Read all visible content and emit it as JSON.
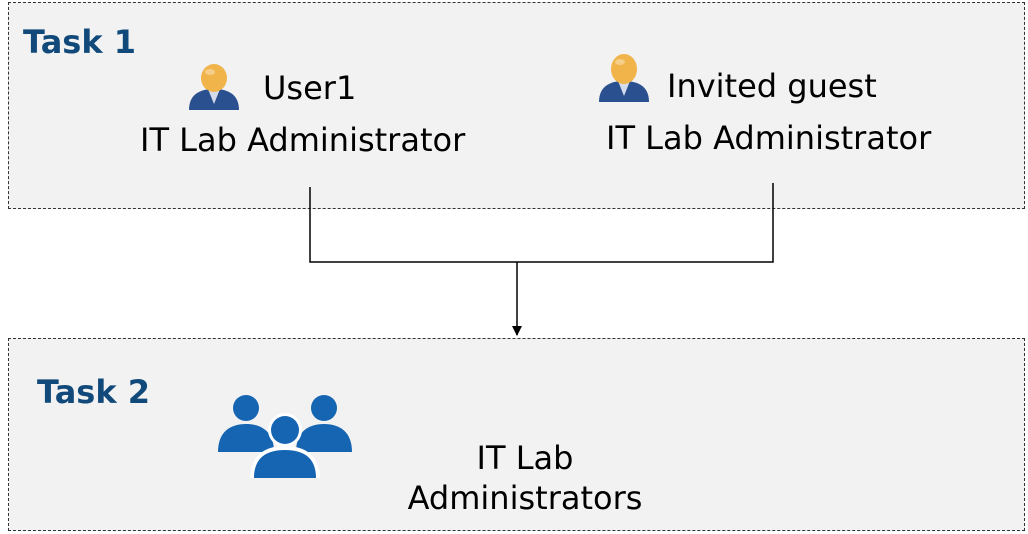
{
  "colors": {
    "title": "#114a7a",
    "group_icon": "#1565b3",
    "user_head": "#f0b44a",
    "user_body": "#2a5090",
    "box_fill": "#f2f2f2",
    "box_border": "#333333"
  },
  "task1": {
    "title": "Task 1",
    "users": [
      {
        "name": "User1",
        "role": "IT Lab Administrator",
        "icon": "user-icon"
      },
      {
        "name": "Invited guest",
        "role": "IT Lab Administrator",
        "icon": "user-icon"
      }
    ]
  },
  "task2": {
    "title": "Task 2",
    "group": {
      "name_line1": "IT Lab",
      "name_line2": "Administrators",
      "icon": "group-icon"
    }
  }
}
